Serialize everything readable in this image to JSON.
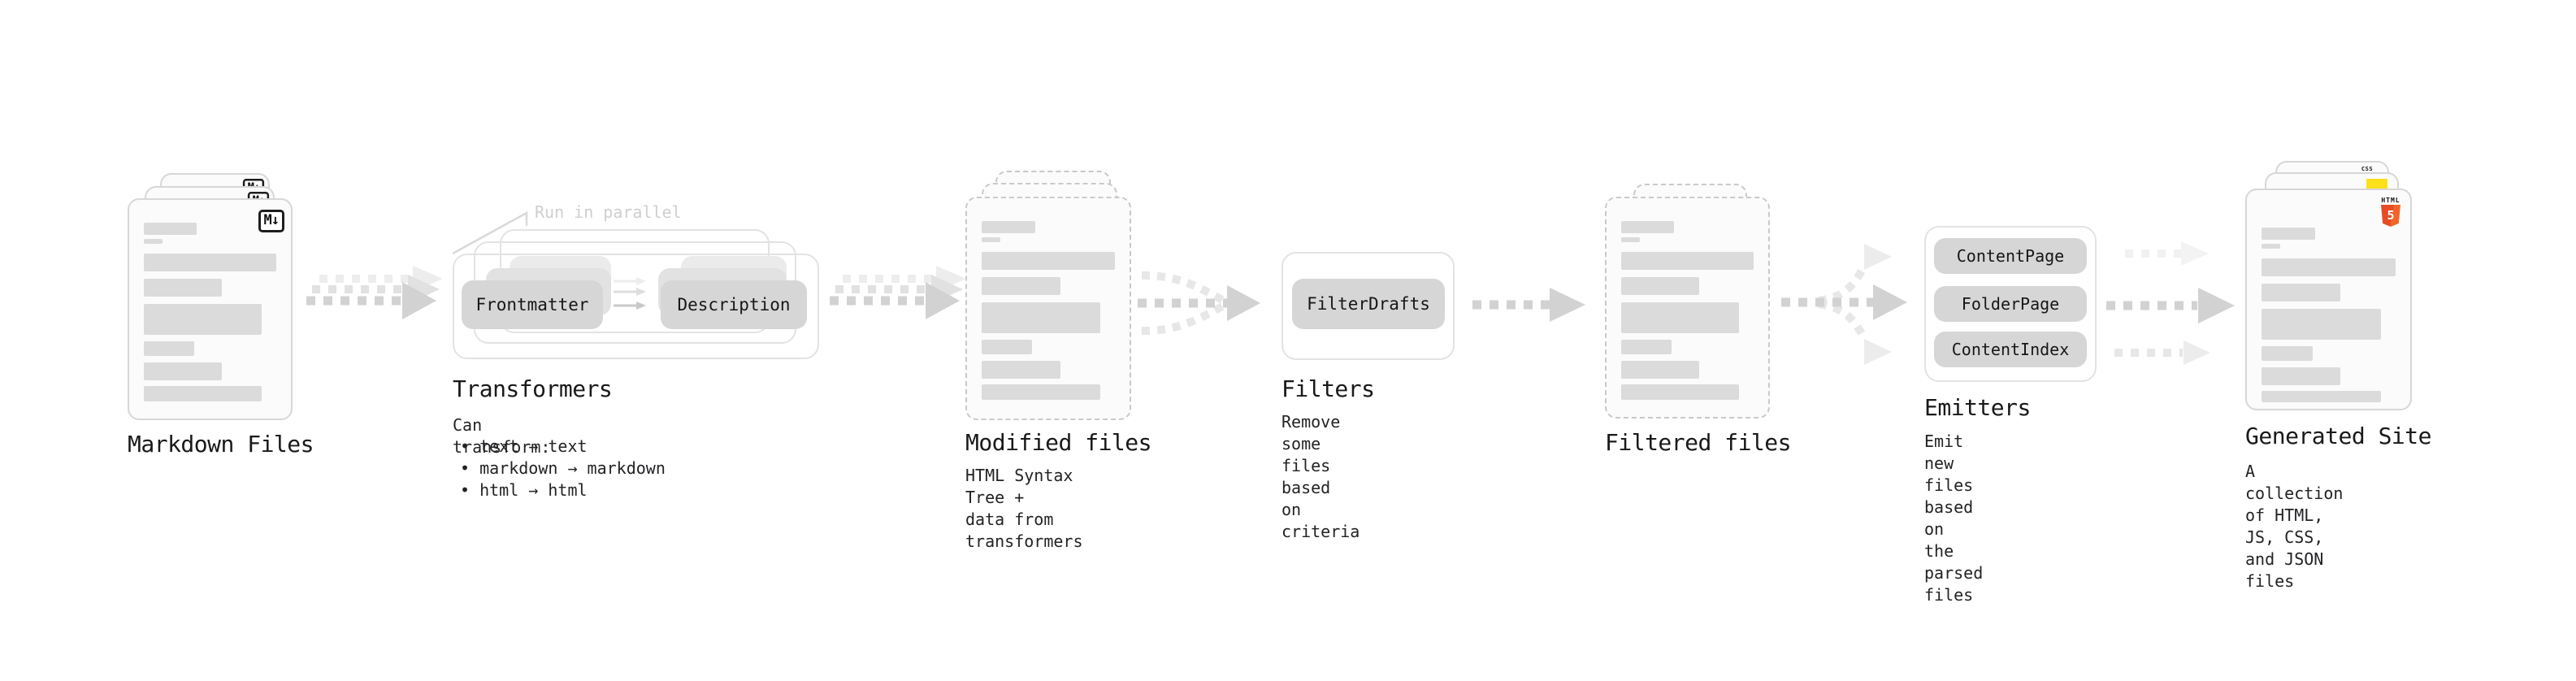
{
  "diagram": {
    "stages": {
      "markdown_files": {
        "title": "Markdown Files",
        "file_type_label": "M↓"
      },
      "transformers": {
        "title": "Transformers",
        "annotation": "Run in parallel",
        "plugin_boxes": [
          "Frontmatter",
          "Description"
        ],
        "notes_heading": "Can transform:",
        "notes_bullets": [
          "text → text",
          "markdown → markdown",
          "html → html"
        ]
      },
      "modified_files": {
        "title": "Modified files",
        "subtitle": "HTML Syntax Tree +\ndata from transformers"
      },
      "filters": {
        "title": "Filters",
        "plugin_boxes": [
          "FilterDrafts"
        ],
        "subtitle": "Remove some files based\non criteria"
      },
      "filtered_files": {
        "title": "Filtered files"
      },
      "emitters": {
        "title": "Emitters",
        "plugin_boxes": [
          "ContentPage",
          "FolderPage",
          "ContentIndex"
        ],
        "subtitle": "Emit new files based on\nthe parsed files"
      },
      "generated_site": {
        "title": "Generated Site",
        "subtitle": "A collection of HTML,\nJS, CSS, and JSON files",
        "html5_badge_word": "HTML",
        "html5_badge_numeral": "5",
        "css_badge_word": "CSS"
      }
    },
    "colors": {
      "arrow_gray": "#d2d2d2",
      "pill_gray": "#d6d6d6",
      "html5_orange": "#e44d26",
      "js_yellow": "#ffe01a",
      "css_blue": "#2962ff"
    }
  }
}
